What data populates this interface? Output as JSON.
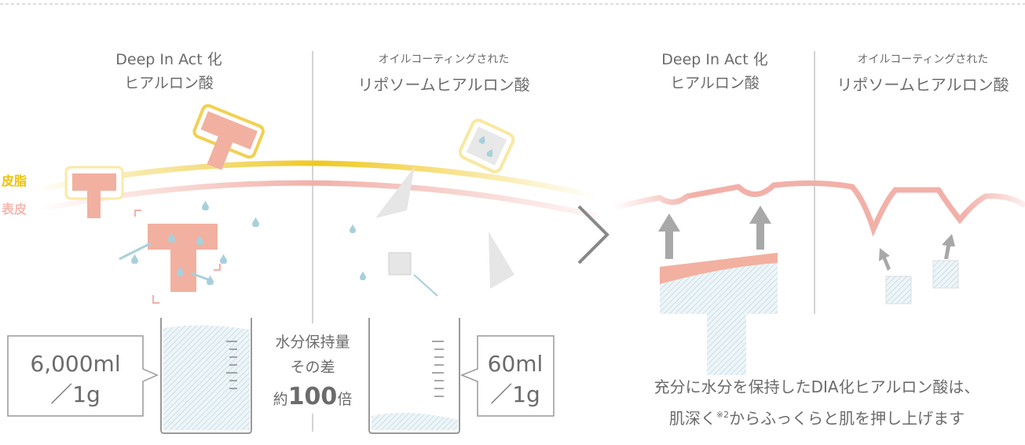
{
  "panels": [
    {
      "title_line1": "Deep In Act 化",
      "title_line2": "ヒアルロン酸"
    },
    {
      "title_line1": "オイルコーティングされた",
      "title_line2": "リポソームヒアルロン酸"
    },
    {
      "title_line1": "Deep In Act 化",
      "title_line2": "ヒアルロン酸"
    },
    {
      "title_line1": "オイルコーティングされた",
      "title_line2": "リポソームヒアルロン酸"
    }
  ],
  "layers": {
    "sebum": "皮脂",
    "epidermis": "表皮"
  },
  "comparison": {
    "left_value_line1": "6,000ml",
    "left_value_line2": "／1g",
    "right_value_line1": "60ml",
    "right_value_line2": "／1g",
    "center_line1": "水分保持量",
    "center_line2": "その差",
    "center_prefix": "約",
    "center_number": "100",
    "center_suffix": "倍"
  },
  "caption": {
    "line1": "充分に水分を保持したDIA化ヒアルロン酸は、",
    "line2_a": "肌深く",
    "line2_note": "※2",
    "line2_b": "からふっくらと肌を押し上げます"
  },
  "colors": {
    "sebum": "#f0c820",
    "epidermis": "#f2b0a8",
    "molecule": "#f2b0a0",
    "water": "#a8d0dc",
    "text": "#6b6b6b"
  }
}
